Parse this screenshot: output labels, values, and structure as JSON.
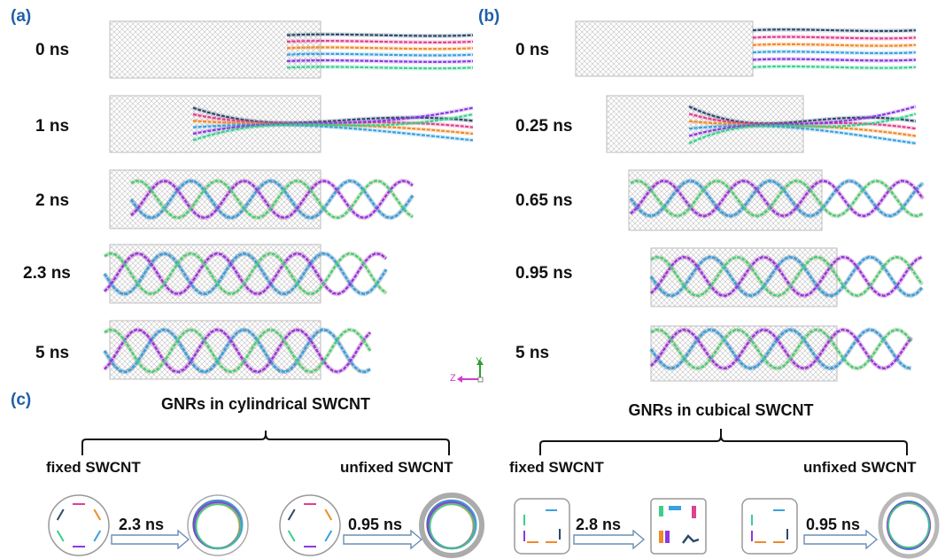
{
  "panels": {
    "a": {
      "label": "(a)",
      "times": [
        "0 ns",
        "1 ns",
        "2 ns",
        "2.3 ns",
        "5 ns"
      ]
    },
    "b": {
      "label": "(b)",
      "times": [
        "0 ns",
        "0.25 ns",
        "0.65 ns",
        "0.95 ns",
        "5 ns"
      ]
    },
    "c": {
      "label": "(c)",
      "cylindrical": {
        "title": "GNRs in cylindrical SWCNT",
        "fixed": "fixed SWCNT",
        "unfixed": "unfixed SWCNT",
        "fixed_time": "2.3 ns",
        "unfixed_time": "0.95 ns"
      },
      "cubical": {
        "title": "GNRs in cubical SWCNT",
        "fixed": "fixed SWCNT",
        "unfixed": "unfixed SWCNT",
        "fixed_time": "2.8 ns",
        "unfixed_time": "0.95 ns"
      }
    }
  },
  "axes": {
    "y": "Y",
    "z": "Z"
  },
  "colors": {
    "panel_label": "#1f5fa8",
    "ribbons": [
      "#2a4a6b",
      "#e0408f",
      "#f08a2a",
      "#3aa0e0",
      "#8a3adf",
      "#3ad08a"
    ]
  }
}
